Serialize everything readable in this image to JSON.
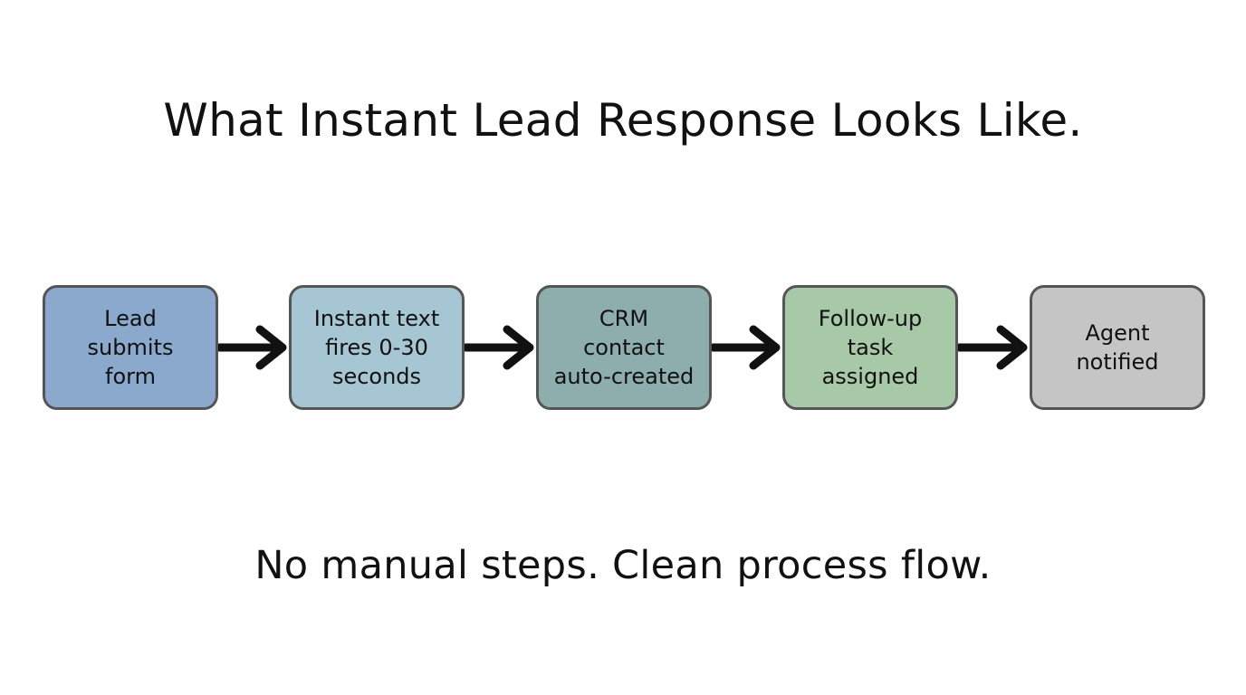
{
  "title": "What Instant Lead Response Looks Like.",
  "subtitle": "No manual steps. Clean process flow.",
  "steps": [
    {
      "label": "Lead\nsubmits\nform",
      "color": "#8aa9cc"
    },
    {
      "label": "Instant text\nfires 0-30\nseconds",
      "color": "#a6c6d3"
    },
    {
      "label": "CRM\ncontact\nauto-created",
      "color": "#8eaeae"
    },
    {
      "label": "Follow-up\ntask\nassigned",
      "color": "#a8c9a8"
    },
    {
      "label": "Agent\nnotified",
      "color": "#c5c5c5"
    }
  ],
  "colors": {
    "border": "#555555",
    "arrow": "#111111",
    "text": "#111111"
  }
}
